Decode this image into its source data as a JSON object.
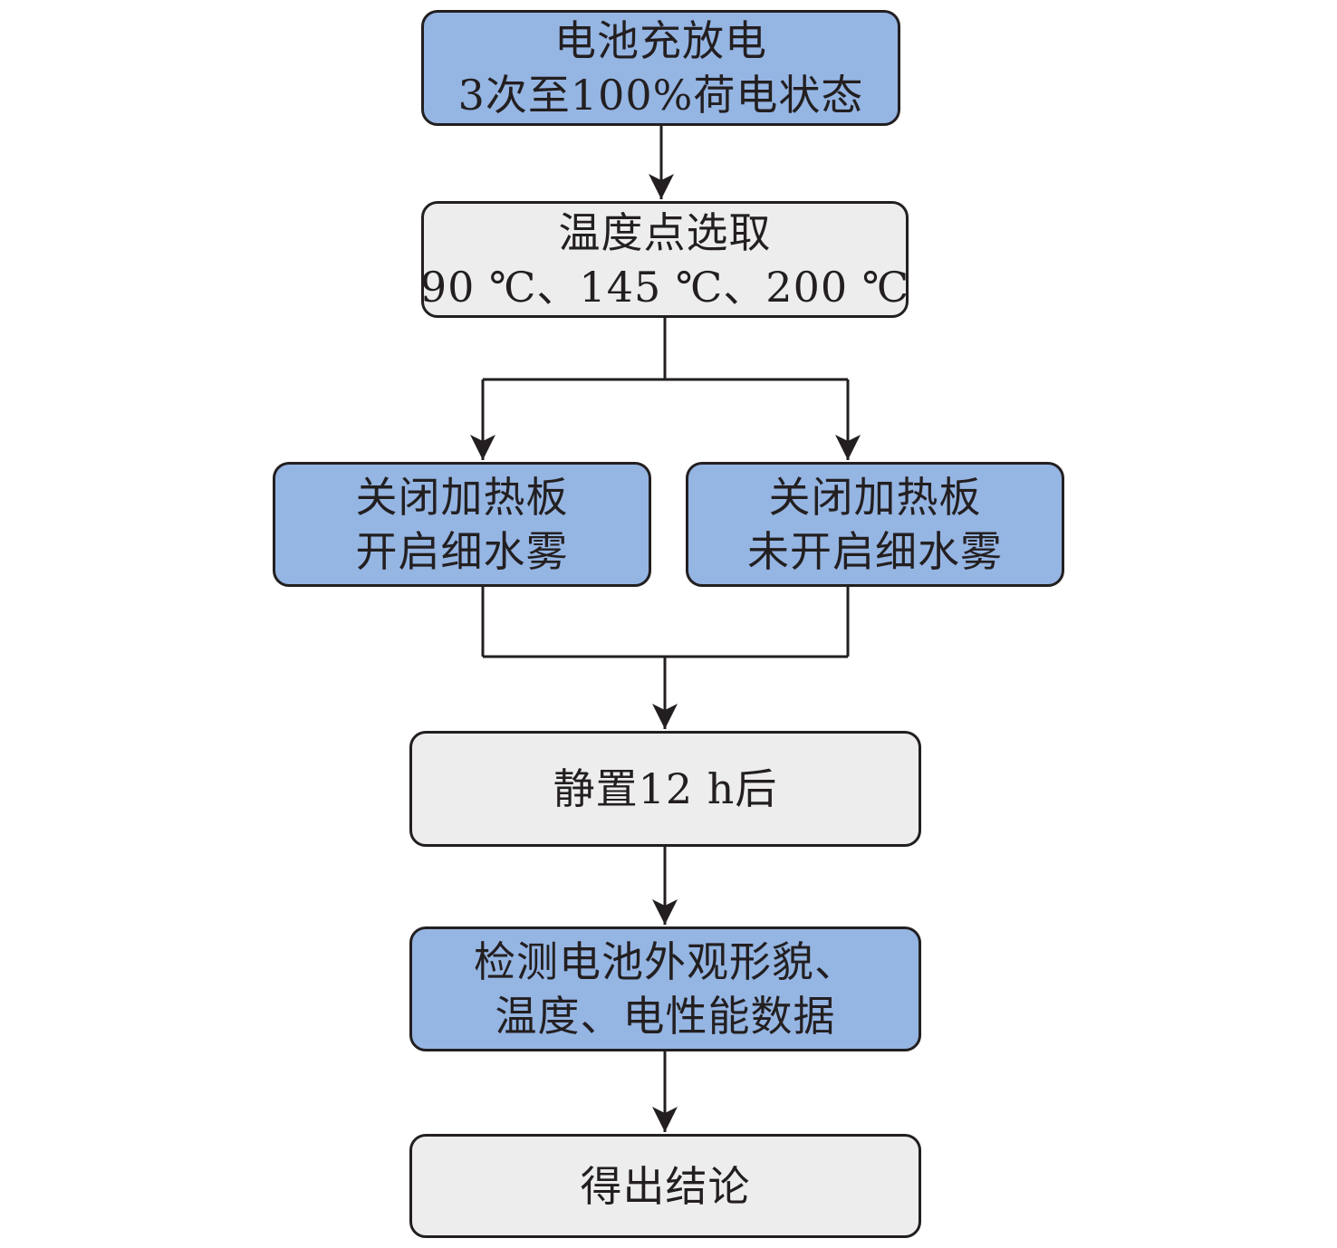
{
  "flowchart": {
    "nodes": [
      {
        "id": "charge",
        "fill": "#95b5e3",
        "lines": [
          "电池充放电",
          "3次至100%荷电状态"
        ]
      },
      {
        "id": "temp",
        "fill": "#ededed",
        "lines": [
          "温度点选取",
          "90 ℃、145 ℃、200 ℃"
        ]
      },
      {
        "id": "left",
        "fill": "#95b5e3",
        "lines": [
          "关闭加热板",
          "开启细水雾"
        ]
      },
      {
        "id": "right",
        "fill": "#95b5e3",
        "lines": [
          "关闭加热板",
          "未开启细水雾"
        ]
      },
      {
        "id": "rest",
        "fill": "#ededed",
        "lines": [
          "静置12 h后"
        ]
      },
      {
        "id": "detect",
        "fill": "#95b5e3",
        "lines": [
          "检测电池外观形貌、",
          "温度、电性能数据"
        ]
      },
      {
        "id": "end",
        "fill": "#ededed",
        "lines": [
          "得出结论"
        ]
      }
    ],
    "edges": [
      {
        "from": "charge",
        "to": "temp"
      },
      {
        "from": "temp",
        "to": "left"
      },
      {
        "from": "temp",
        "to": "right"
      },
      {
        "from": "left",
        "to": "rest"
      },
      {
        "from": "right",
        "to": "rest"
      },
      {
        "from": "rest",
        "to": "detect"
      },
      {
        "from": "detect",
        "to": "end"
      }
    ],
    "colors": {
      "stroke": "#231f20",
      "blue_fill": "#95b5e3",
      "gray_fill": "#ededed"
    }
  }
}
